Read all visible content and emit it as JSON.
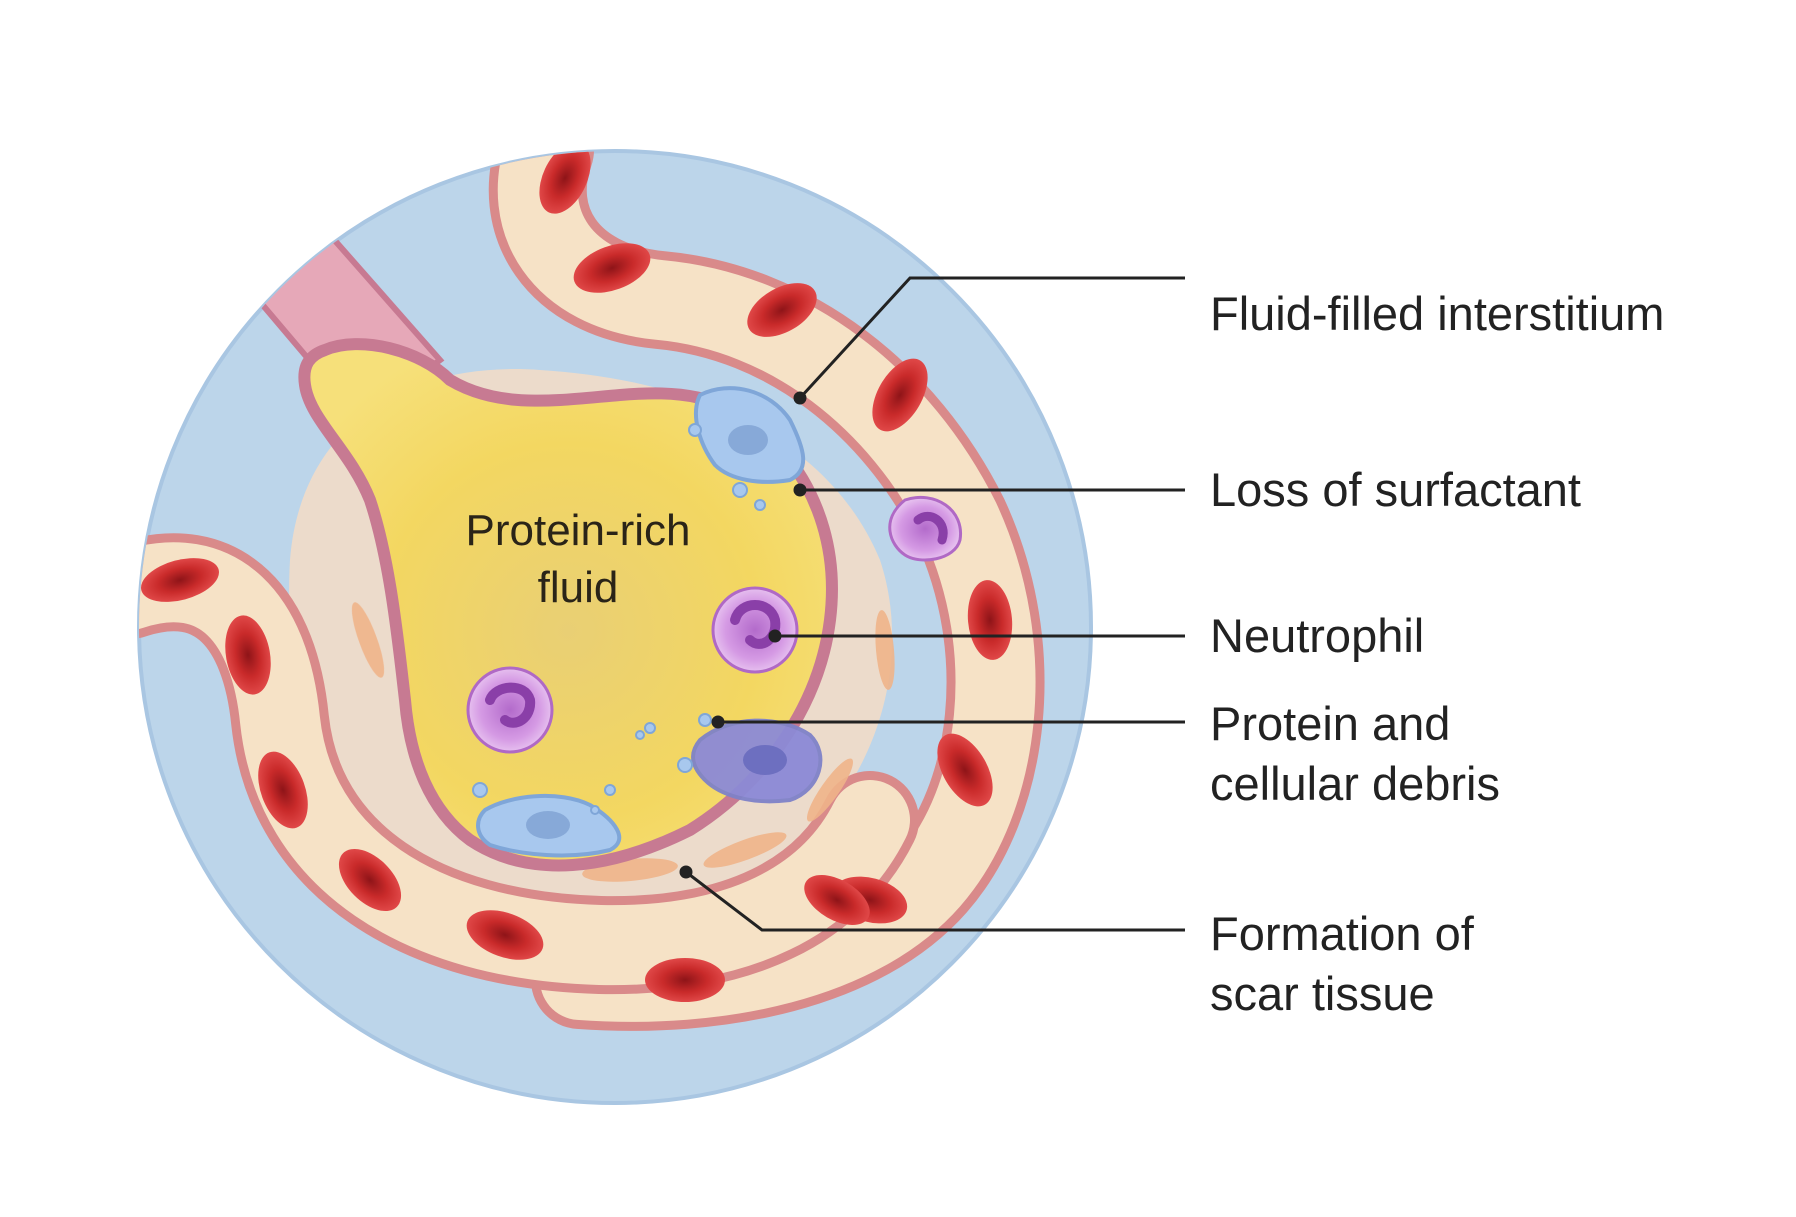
{
  "center_label": {
    "line1": "Protein-rich",
    "line2": "fluid"
  },
  "callouts": {
    "interstitium": {
      "line1": "Fluid-filled interstitium"
    },
    "surfactant": {
      "line1": "Loss of surfactant"
    },
    "neutrophil": {
      "line1": "Neutrophil"
    },
    "debris": {
      "line1": "Protein and",
      "line2": "cellular debris"
    },
    "scar": {
      "line1": "Formation of",
      "line2": "scar tissue"
    }
  },
  "colors": {
    "background_circle": "#bcd5ea",
    "circle_border": "#a9c6e2",
    "capillary_wall": "#d98a8a",
    "capillary_fill": "#f6e2c6",
    "red_blood_cell": "#c92a2a",
    "alveolar_fluid": "#f2d35c",
    "alveolar_wall": "#c77a92",
    "surfactant_cell": "#a8c8ee",
    "neutrophil": "#c88ad9",
    "leader_line": "#222222"
  }
}
